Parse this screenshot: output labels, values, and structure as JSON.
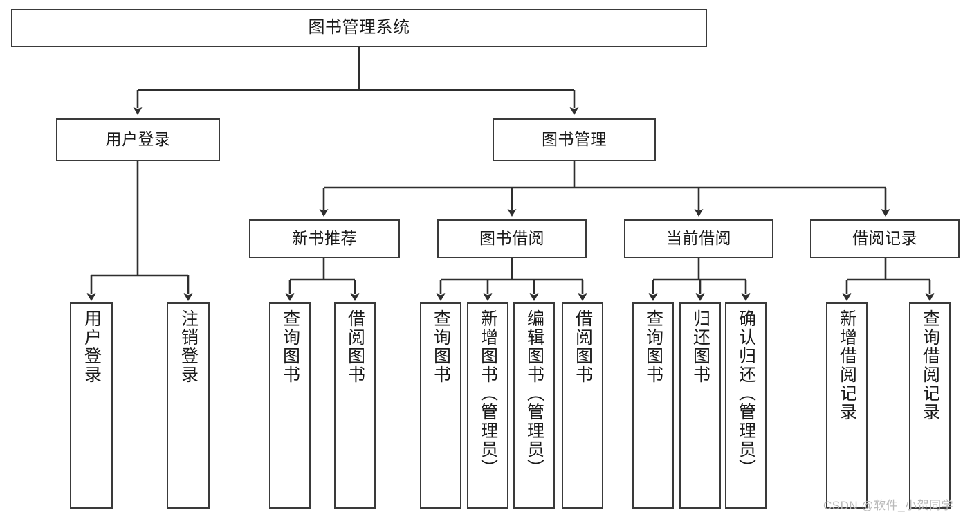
{
  "diagram": {
    "type": "hierarchy-tree",
    "title": "图书管理系统",
    "levels": {
      "root": {
        "label": "图书管理系统"
      },
      "level1": [
        {
          "id": "user-login",
          "label": "用户登录"
        },
        {
          "id": "book-management",
          "label": "图书管理"
        }
      ],
      "level2": [
        {
          "id": "new-book-recommend",
          "label": "新书推荐",
          "parent": "book-management"
        },
        {
          "id": "book-borrow",
          "label": "图书借阅",
          "parent": "book-management"
        },
        {
          "id": "current-borrow",
          "label": "当前借阅",
          "parent": "book-management"
        },
        {
          "id": "borrow-record",
          "label": "借阅记录",
          "parent": "book-management"
        }
      ],
      "leaves": [
        {
          "id": "leaf-user-login",
          "label": "用户登录",
          "parent": "user-login"
        },
        {
          "id": "leaf-logout-login",
          "label": "注销登录",
          "parent": "user-login"
        },
        {
          "id": "leaf-query-book-1",
          "label": "查询图书",
          "parent": "new-book-recommend"
        },
        {
          "id": "leaf-borrow-book-1",
          "label": "借阅图书",
          "parent": "new-book-recommend"
        },
        {
          "id": "leaf-query-book-2",
          "label": "查询图书",
          "parent": "book-borrow"
        },
        {
          "id": "leaf-add-book",
          "label": "新增图书（管理员）",
          "parent": "book-borrow"
        },
        {
          "id": "leaf-edit-book",
          "label": "编辑图书（管理员）",
          "parent": "book-borrow"
        },
        {
          "id": "leaf-borrow-book-2",
          "label": "借阅图书",
          "parent": "book-borrow"
        },
        {
          "id": "leaf-query-book-3",
          "label": "查询图书",
          "parent": "current-borrow"
        },
        {
          "id": "leaf-return-book",
          "label": "归还图书",
          "parent": "current-borrow"
        },
        {
          "id": "leaf-confirm-return",
          "label": "确认归还（管理员）",
          "parent": "current-borrow"
        },
        {
          "id": "leaf-add-record",
          "label": "新增借阅记录",
          "parent": "borrow-record"
        },
        {
          "id": "leaf-query-record",
          "label": "查询借阅记录",
          "parent": "borrow-record"
        }
      ]
    },
    "watermark": "CSDN @软件_小贺同学",
    "colors": {
      "border": "#3a3a3a",
      "background": "#ffffff",
      "text": "#1a1a1a",
      "watermark": "#b9b9b9"
    }
  }
}
